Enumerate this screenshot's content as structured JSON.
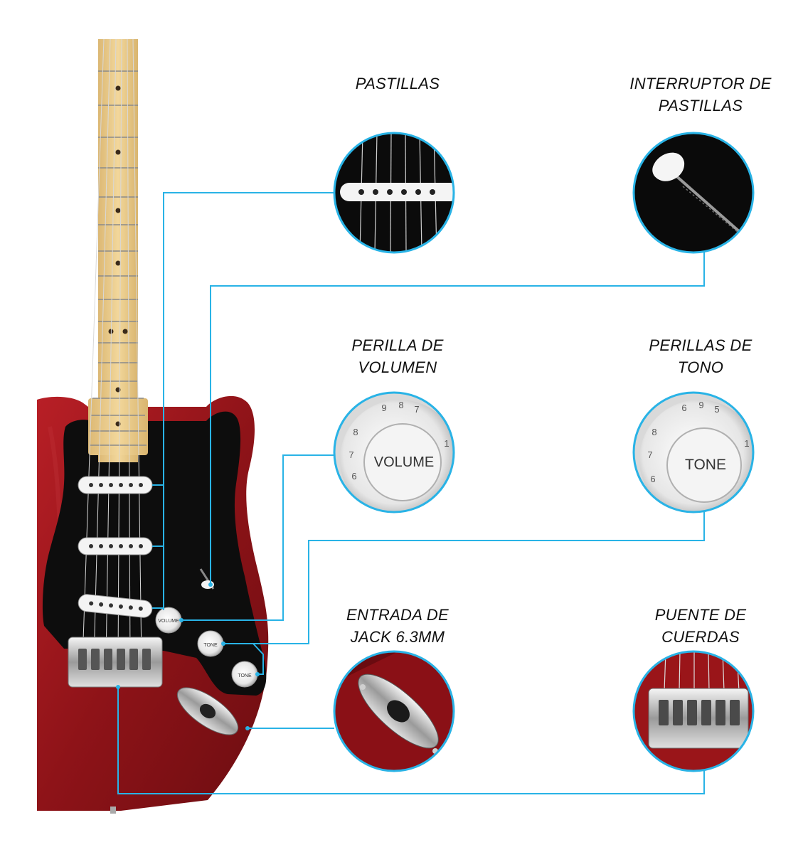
{
  "callouts": [
    {
      "id": "pastillas",
      "lines": [
        "PASTILLAS"
      ]
    },
    {
      "id": "interruptor",
      "lines": [
        "INTERRUPTOR DE",
        "PASTILLAS"
      ]
    },
    {
      "id": "volumen",
      "lines": [
        "PERILLA DE",
        "VOLUMEN"
      ]
    },
    {
      "id": "tono",
      "lines": [
        "PERILLAS DE",
        "TONO"
      ]
    },
    {
      "id": "jack",
      "lines": [
        "ENTRADA DE",
        "JACK 6.3MM"
      ]
    },
    {
      "id": "puente",
      "lines": [
        "PUENTE DE",
        "CUERDAS"
      ]
    }
  ],
  "knob_text": {
    "volume": "VOLUME",
    "tone": "TONE"
  },
  "colors": {
    "leader_line": "#29b3e6",
    "body_red": "#9e1a1f",
    "pickguard": "#101010",
    "fretboard": "#e9c98a",
    "pickup_white": "#f4f4f4",
    "chrome": "#c8c8c8"
  }
}
